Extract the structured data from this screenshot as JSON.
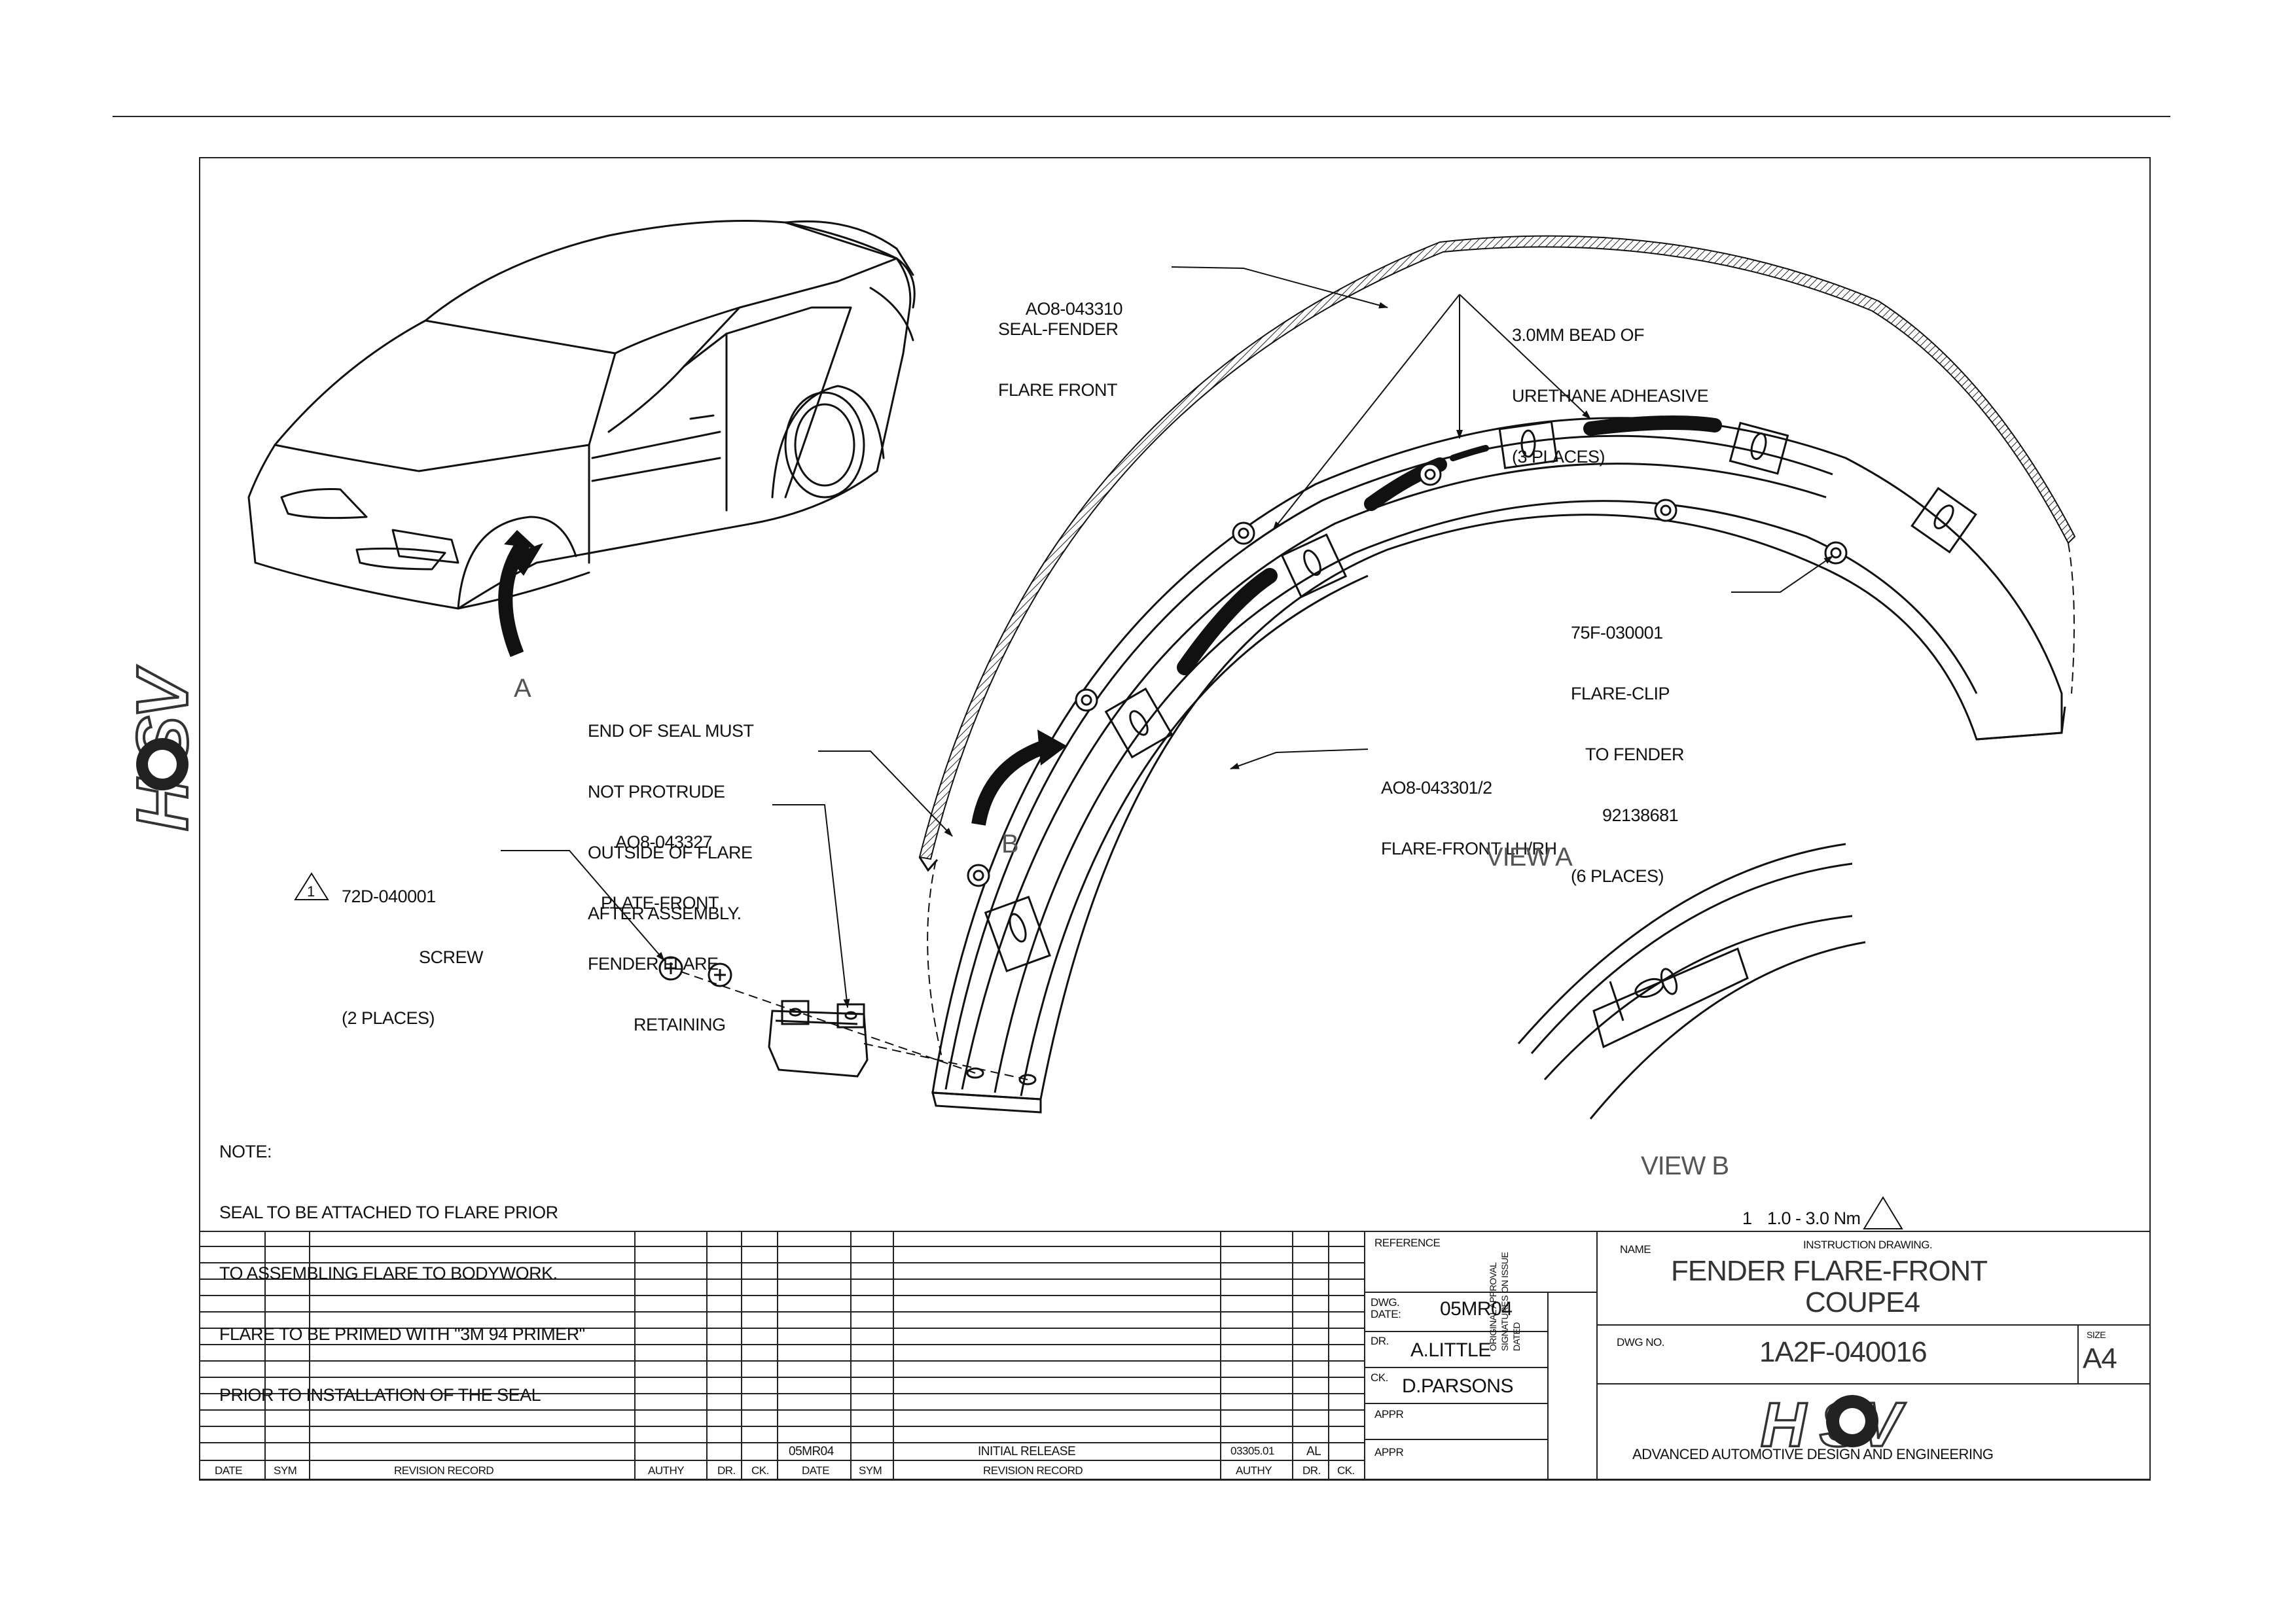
{
  "callouts": {
    "seal": [
      "AO8-043310",
      "SEAL-FENDER",
      "FLARE FRONT"
    ],
    "bead": [
      "3.0mm BEAD OF",
      "URETHANE ADHEASIVE",
      "(3 PLACES)"
    ],
    "clip": [
      "75F-030001",
      "FLARE-CLIP",
      "TO FENDER",
      "92138681",
      "(6 PLACES)"
    ],
    "end_seal": [
      "END OF SEAL MUST",
      "NOT PROTRUDE",
      "OUTSIDE OF FLARE",
      "AFTER ASSEMBLY."
    ],
    "plate": [
      "AO8-043327",
      "PLATE-FRONT",
      "FENDER FLARE",
      "RETAINING"
    ],
    "screw": [
      "72D-040001",
      "SCREW",
      "(2 PLACES)"
    ],
    "flare": [
      "AO8-043301/2",
      "FLARE-FRONT LH/RH"
    ],
    "note": [
      "NOTE:",
      "SEAL TO BE ATTACHED TO FLARE PRIOR",
      "TO ASSEMBLING FLARE TO BODYWORK.",
      "FLARE TO BE PRIMED WITH \"3M 94 PRIMER\"",
      "PRIOR TO INSTALLATION OF THE SEAL"
    ]
  },
  "arrow_labels": {
    "a": "A",
    "b": "B"
  },
  "views": {
    "view_a": "VIEW A",
    "view_b": "VIEW B"
  },
  "torque": {
    "index": "1",
    "spec": "1.0 - 3.0 Nm"
  },
  "screw_triangle": "1",
  "logo_text": "HSV",
  "revision_table": {
    "headers": [
      "DATE",
      "SYM",
      "REVISION RECORD",
      "AUTHY",
      "DR.",
      "CK.",
      "DATE",
      "SYM",
      "REVISION RECORD",
      "AUTHY",
      "DR.",
      "CK."
    ],
    "entry": {
      "date": "05MR04",
      "record": "INITIAL RELEASE",
      "authy": "03305.01",
      "dr": "AL"
    }
  },
  "title_block": {
    "reference_label": "REFERENCE",
    "dwg_date_label": "DWG. DATE:",
    "dwg_date": "05MR04",
    "dr_label": "DR.",
    "dr": "A.LITTLE",
    "ck_label": "CK.",
    "ck": "D.PARSONS",
    "appr_label_1": "APPR",
    "appr_label_2": "APPR",
    "approval_note": "ORIGINAL APPROVAL SIGNATURES ON ISSUE DATED",
    "name_label": "NAME",
    "instruction": "INSTRUCTION DRAWING.",
    "name_line1": "FENDER FLARE-FRONT",
    "name_line2": "COUPE4",
    "dwg_no_label": "DWG NO.",
    "dwg_no": "1A2F-040016",
    "size_label": "SIZE",
    "size": "A4",
    "company": "ADVANCED AUTOMOTIVE DESIGN AND ENGINEERING"
  }
}
